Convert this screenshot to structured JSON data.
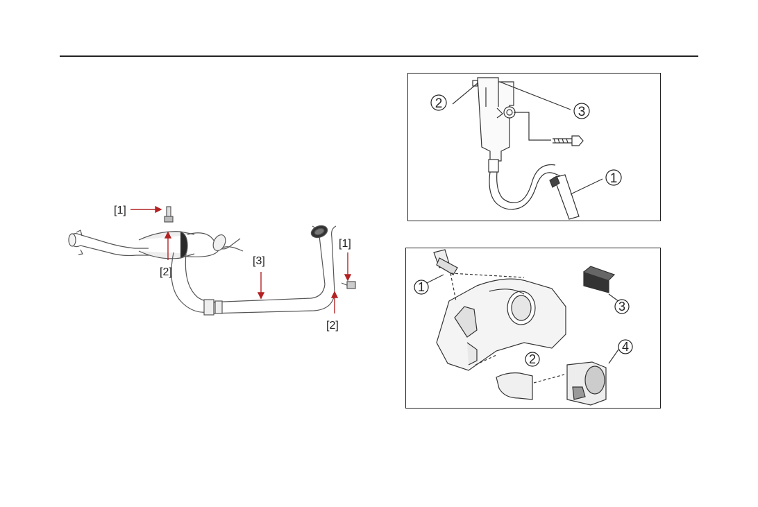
{
  "left_diagram": {
    "labels": [
      {
        "id": "label-1-top",
        "text": "[1]"
      },
      {
        "id": "label-2-top",
        "text": "[2]"
      },
      {
        "id": "label-3",
        "text": "[3]"
      },
      {
        "id": "label-1-right",
        "text": "[1]"
      },
      {
        "id": "label-2-right",
        "text": "[2]"
      }
    ],
    "arrow_color": "#b22222"
  },
  "top_panel": {
    "callouts": [
      "1",
      "2",
      "3"
    ]
  },
  "bottom_panel": {
    "callouts": [
      "1",
      "2",
      "3",
      "4"
    ]
  }
}
